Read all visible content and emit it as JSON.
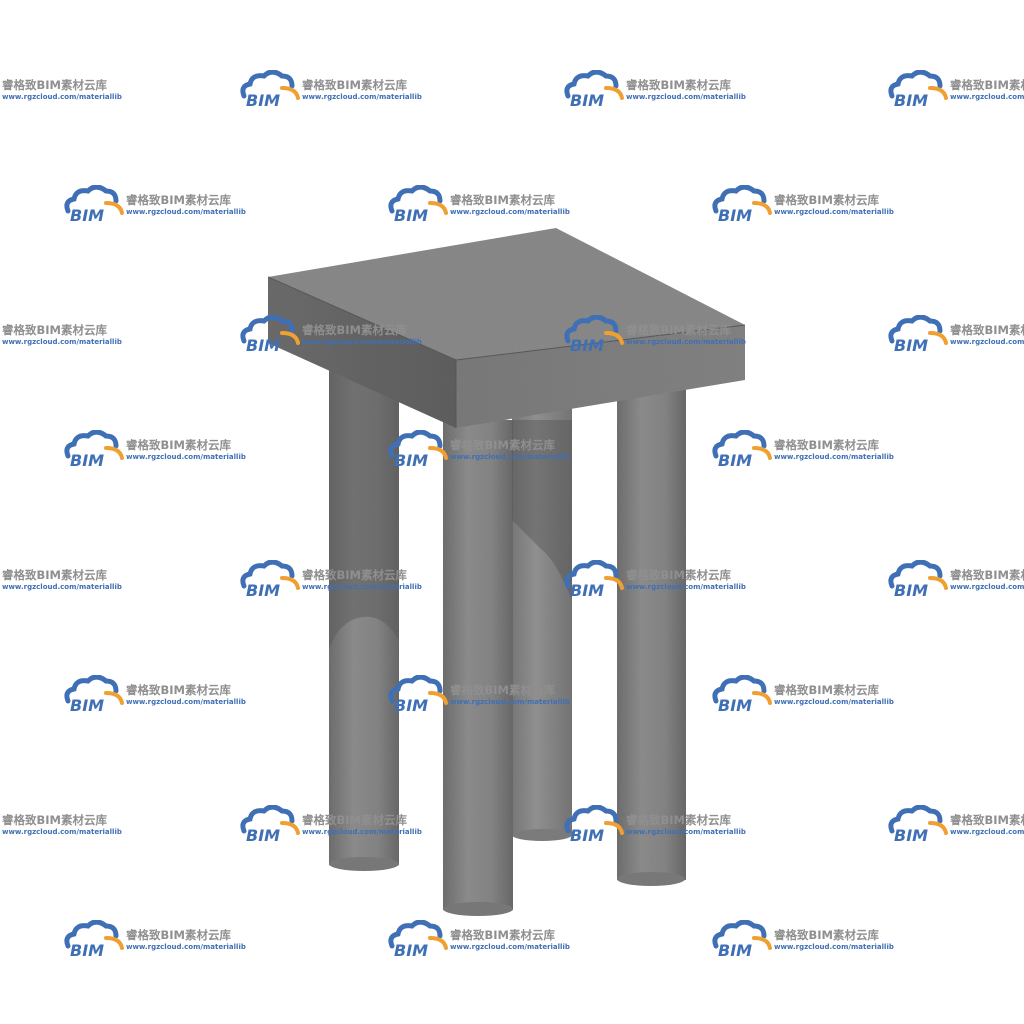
{
  "watermark": {
    "title": "睿格致BIM素材云库",
    "url": "www.rgzcloud.com/materiallib",
    "logo_text": "BIM",
    "logo_icon": "cloud-icon",
    "colors": {
      "logo_blue": "#3f6fb5",
      "logo_orange": "#f0a030",
      "title_gray": "#8f8f8f"
    }
  },
  "model": {
    "subject": "pile-cap-with-four-piles",
    "material_color": "#858585"
  }
}
